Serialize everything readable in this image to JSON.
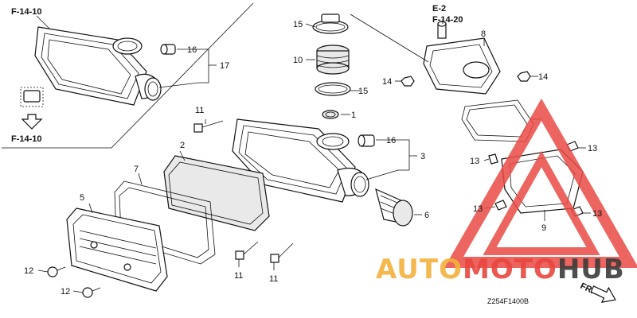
{
  "references": {
    "top_left_upper": "F-14-10",
    "top_left_lower": "F-14-10",
    "top_right_1": "E-2",
    "top_right_2": "F-14-20"
  },
  "callouts": {
    "c1": "1",
    "c2": "2",
    "c3": "3",
    "c5": "5",
    "c6": "6",
    "c7": "7",
    "c8": "8",
    "c9": "9",
    "c10": "10",
    "c11a": "11",
    "c11b": "11",
    "c11c": "11",
    "c12a": "12",
    "c12b": "12",
    "c13a": "13",
    "c13b": "13",
    "c13c": "13",
    "c13d": "13",
    "c14a": "14",
    "c14b": "14",
    "c15a": "15",
    "c15b": "15",
    "c16a": "16",
    "c16b": "16",
    "c17": "17"
  },
  "watermark": {
    "brand_a": "AUTO",
    "brand_b": "MOTO",
    "brand_c": "HUB",
    "color_auto": "#f4b13b",
    "color_moto": "#e9463f",
    "color_hub": "#3b3b3b",
    "triangle_color": "#e94b45"
  },
  "direction_label": "FR.",
  "diagram_code": "Z254F1400B"
}
